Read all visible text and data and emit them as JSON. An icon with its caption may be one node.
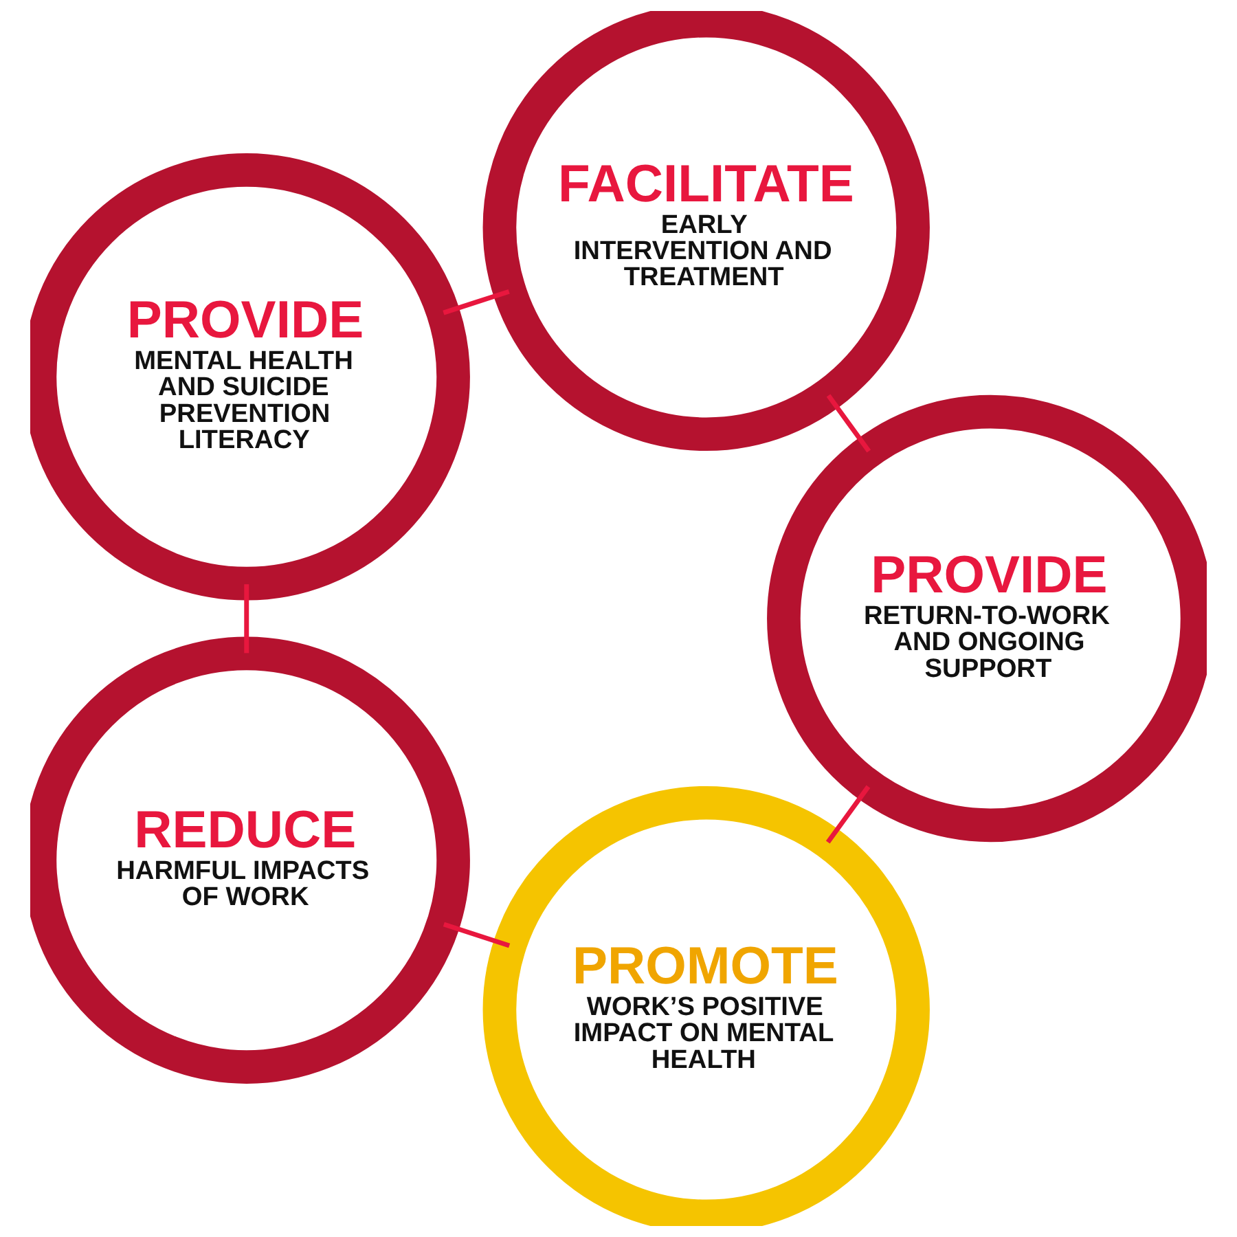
{
  "diagram": {
    "nodes": [
      {
        "text": [
          "PROMOTE",
          "WORK’S POSITIVE IMPACT ON MENTAL HEALTH"
        ]
      },
      {
        "text": [
          "PROVIDE",
          "RETURN-TO-WORK AND ONGOING SUPPORT"
        ]
      },
      {
        "text": [
          "REDUCE",
          "HARMFUL IMPACTS OF WORK"
        ]
      },
      {
        "text": [
          "FACILITATE",
          "EARLY INTERVENTION AND TREATMENT"
        ]
      },
      {
        "text": [
          "PROVIDE",
          "MENTAL HEALTH AND SUICIDE PREVENTION LITERACY"
        ]
      }
    ],
    "edges": [
      {
        "from": 0,
        "to": 2,
        "arrow": "none"
      },
      {
        "from": 2,
        "to": 4,
        "arrow": "none"
      },
      {
        "from": 4,
        "to": 3,
        "arrow": "none"
      },
      {
        "from": 3,
        "to": 1,
        "arrow": "none"
      },
      {
        "from": 1,
        "to": 0,
        "arrow": "none"
      }
    ]
  }
}
